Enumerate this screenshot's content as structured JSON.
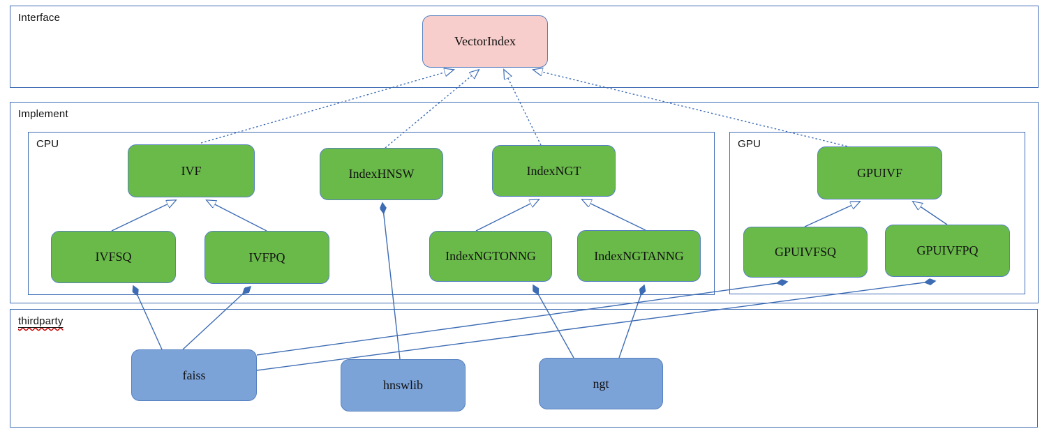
{
  "containers": {
    "interface": {
      "label": "Interface"
    },
    "implement": {
      "label": "Implement"
    },
    "cpu": {
      "label": "CPU"
    },
    "gpu": {
      "label": "GPU"
    },
    "thirdparty": {
      "label": "thirdparty"
    }
  },
  "nodes": {
    "vectorindex": {
      "label": "VectorIndex"
    },
    "ivf": {
      "label": "IVF"
    },
    "indexhnsw": {
      "label": "IndexHNSW"
    },
    "indexngt": {
      "label": "IndexNGT"
    },
    "ivfsq": {
      "label": "IVFSQ"
    },
    "ivfpq": {
      "label": "IVFPQ"
    },
    "indexngtonng": {
      "label": "IndexNGTONNG"
    },
    "indexngtanng": {
      "label": "IndexNGTANNG"
    },
    "gpuivf": {
      "label": "GPUIVF"
    },
    "gpuivfsq": {
      "label": "GPUIVFSQ"
    },
    "gpuivfpq": {
      "label": "GPUIVFPQ"
    },
    "faiss": {
      "label": "faiss"
    },
    "hnswlib": {
      "label": "hnswlib"
    },
    "ngt": {
      "label": "ngt"
    }
  },
  "edges": [
    {
      "from": "IVF",
      "to": "VectorIndex",
      "type": "realization-dashed-hollow-arrow"
    },
    {
      "from": "IndexHNSW",
      "to": "VectorIndex",
      "type": "realization-dashed-hollow-arrow"
    },
    {
      "from": "IndexNGT",
      "to": "VectorIndex",
      "type": "realization-dashed-hollow-arrow"
    },
    {
      "from": "GPUIVF",
      "to": "VectorIndex",
      "type": "realization-dashed-hollow-arrow"
    },
    {
      "from": "IVFSQ",
      "to": "IVF",
      "type": "inheritance-hollow-arrow"
    },
    {
      "from": "IVFPQ",
      "to": "IVF",
      "type": "inheritance-hollow-arrow"
    },
    {
      "from": "IndexNGTONNG",
      "to": "IndexNGT",
      "type": "inheritance-hollow-arrow"
    },
    {
      "from": "IndexNGTANNG",
      "to": "IndexNGT",
      "type": "inheritance-hollow-arrow"
    },
    {
      "from": "GPUIVFSQ",
      "to": "GPUIVF",
      "type": "inheritance-hollow-arrow"
    },
    {
      "from": "GPUIVFPQ",
      "to": "GPUIVF",
      "type": "inheritance-hollow-arrow"
    },
    {
      "from": "faiss",
      "to": "IVFSQ",
      "type": "composition-filled-diamond"
    },
    {
      "from": "faiss",
      "to": "IVFPQ",
      "type": "composition-filled-diamond"
    },
    {
      "from": "faiss",
      "to": "GPUIVFSQ",
      "type": "composition-filled-diamond"
    },
    {
      "from": "faiss",
      "to": "GPUIVFPQ",
      "type": "composition-filled-diamond"
    },
    {
      "from": "hnswlib",
      "to": "IndexHNSW",
      "type": "composition-filled-diamond"
    },
    {
      "from": "ngt",
      "to": "IndexNGTONNG",
      "type": "composition-filled-diamond"
    },
    {
      "from": "ngt",
      "to": "IndexNGTANNG",
      "type": "composition-filled-diamond"
    }
  ],
  "colors": {
    "interface_node_fill": "#f8cecc",
    "implement_node_fill": "#6aba4a",
    "thirdparty_node_fill": "#7ca3d8",
    "line_and_border": "#3d6cb4",
    "spellcheck_squiggle": "#cc0000"
  }
}
